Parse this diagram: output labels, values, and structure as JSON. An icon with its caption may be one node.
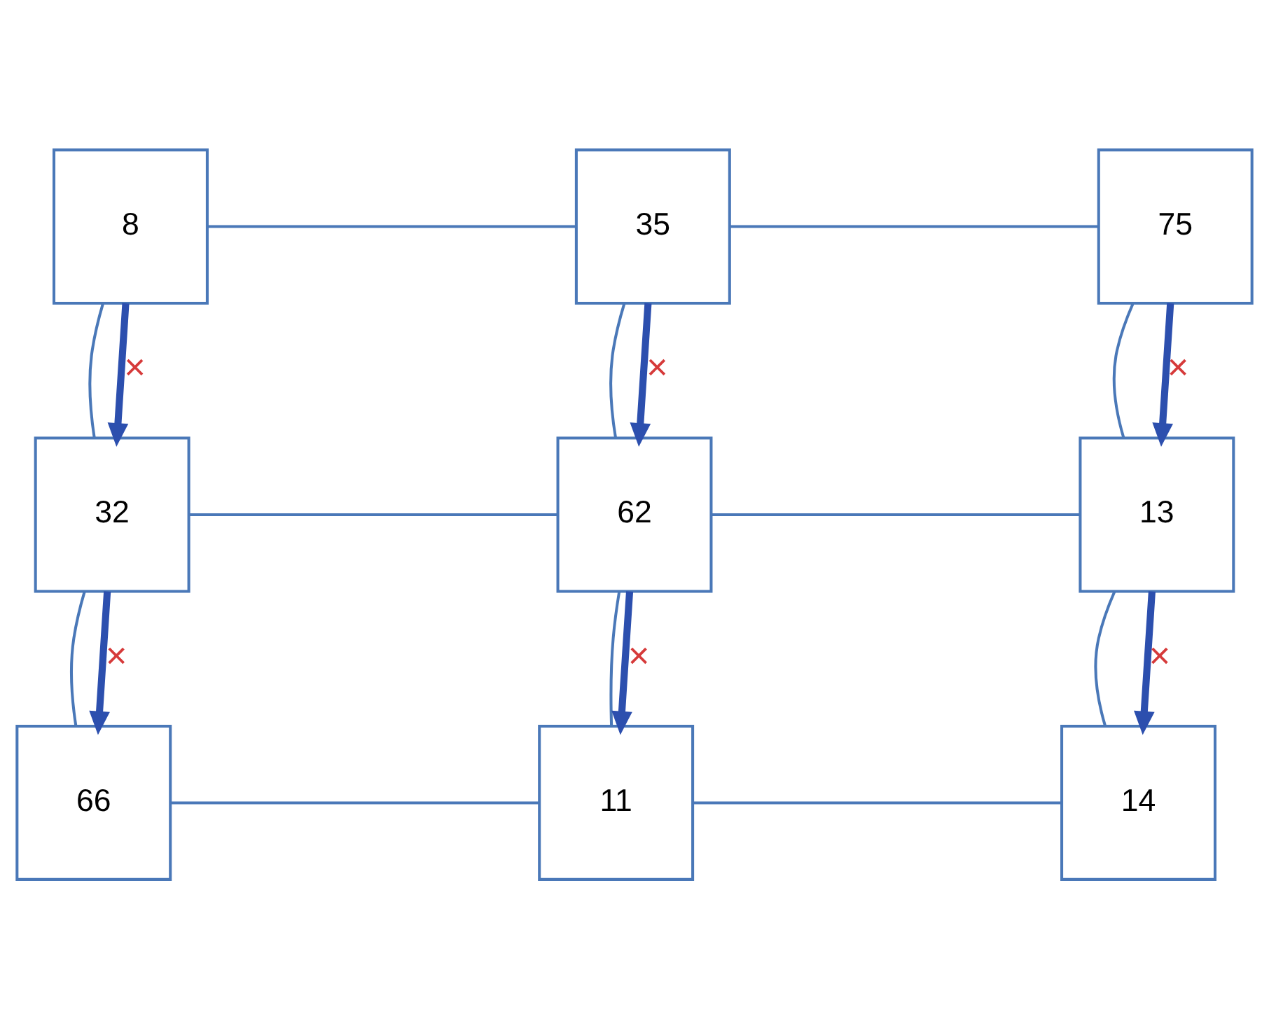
{
  "diagram": {
    "nodes": [
      {
        "text": [
          "8"
        ]
      },
      {
        "text": [
          "35"
        ]
      },
      {
        "text": [
          "75"
        ]
      },
      {
        "text": [
          "32"
        ]
      },
      {
        "text": [
          "62"
        ]
      },
      {
        "text": [
          "13"
        ]
      },
      {
        "text": [
          "66"
        ]
      },
      {
        "text": [
          "11"
        ]
      },
      {
        "text": [
          "14"
        ]
      }
    ],
    "edges": [
      {
        "from": 0,
        "to": 1,
        "arrow": "none"
      },
      {
        "from": 1,
        "to": 2,
        "arrow": "none"
      },
      {
        "from": 0,
        "to": 3,
        "arrow": "none"
      },
      {
        "from": 1,
        "to": 4,
        "arrow": "none"
      },
      {
        "from": 2,
        "to": 5,
        "arrow": "none"
      },
      {
        "from": 3,
        "to": 4,
        "arrow": "none"
      },
      {
        "from": 4,
        "to": 5,
        "arrow": "none"
      },
      {
        "from": 3,
        "to": 6,
        "arrow": "none"
      },
      {
        "from": 4,
        "to": 7,
        "arrow": "none"
      },
      {
        "from": 5,
        "to": 8,
        "arrow": "none"
      },
      {
        "from": 6,
        "to": 7,
        "arrow": "none"
      },
      {
        "from": 7,
        "to": 8,
        "arrow": "none"
      },
      {
        "from": 0,
        "to": 3,
        "arrow": "to",
        "label": "×",
        "style": "thick",
        "color": "#2c4fae"
      },
      {
        "from": 1,
        "to": 4,
        "arrow": "to",
        "label": "×",
        "style": "thick",
        "color": "#2c4fae"
      },
      {
        "from": 2,
        "to": 5,
        "arrow": "to",
        "label": "×",
        "style": "thick",
        "color": "#2c4fae"
      },
      {
        "from": 3,
        "to": 6,
        "arrow": "to",
        "label": "×",
        "style": "thick",
        "color": "#2c4fae"
      },
      {
        "from": 4,
        "to": 7,
        "arrow": "to",
        "label": "×",
        "style": "thick",
        "color": "#2c4fae"
      },
      {
        "from": 5,
        "to": 8,
        "arrow": "to",
        "label": "×",
        "style": "thick",
        "color": "#2c4fae"
      }
    ]
  }
}
